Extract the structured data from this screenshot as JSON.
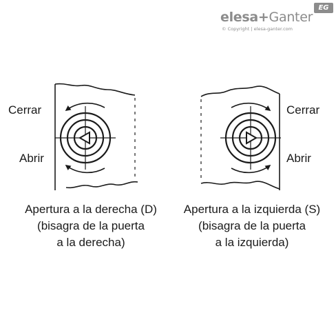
{
  "logo": {
    "brand_part1": "elesa",
    "brand_plus": "+",
    "brand_part2": "Ganter",
    "badge": "EG",
    "copyright": "© Copyright | elesa-ganter.com"
  },
  "left_panel": {
    "close_label": "Cerrar",
    "open_label": "Abrir",
    "caption_line1": "Apertura a la derecha (D)",
    "caption_line2": "(bisagra de la puerta",
    "caption_line3": "a la derecha)"
  },
  "right_panel": {
    "close_label": "Cerrar",
    "open_label": "Abrir",
    "caption_line1": "Apertura a la izquierda (S)",
    "caption_line2": "(bisagra de la puerta",
    "caption_line3": "a la izquierda)"
  },
  "colors": {
    "line": "#1a1a1a",
    "logo_gray": "#8c8c8c"
  },
  "icons": [
    "rotation-arrow-icon",
    "triangle-pointer-icon"
  ]
}
